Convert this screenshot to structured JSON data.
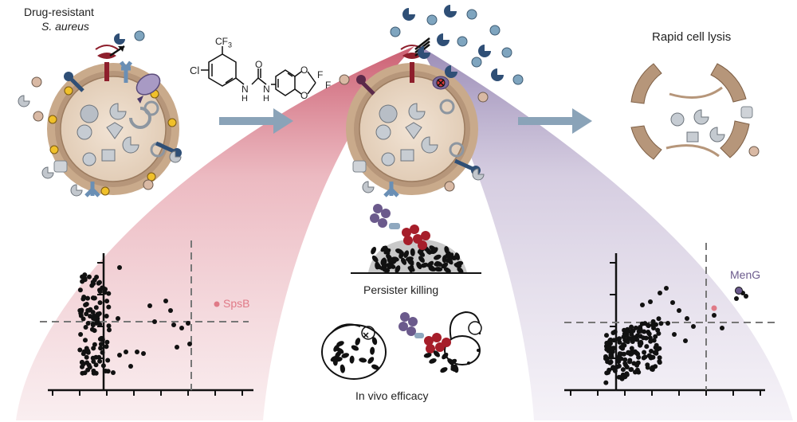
{
  "labels": {
    "drug_resistant": "Drug-resistant",
    "s_aureus": "S. aureus",
    "rapid_lysis": "Rapid cell lysis",
    "persister_killing": "Persister killing",
    "in_vivo": "In vivo efficacy"
  },
  "molecule": {
    "cl": "Cl",
    "cf3": "CF",
    "cf3_sub": "3",
    "nh1": "N",
    "h1": "H",
    "nh2": "N",
    "h2": "H",
    "o_carbonyl": "O",
    "o_ring1": "O",
    "o_ring2": "O",
    "f1": "F",
    "f2": "F"
  },
  "colors": {
    "red_fan": "#d8848f",
    "purple_fan": "#a99bbd",
    "membrane": "#b89878",
    "cytoplasm": "#ecdccb",
    "arrow": "#8aa3b8",
    "spsb": "#e07a87",
    "meng": "#6b5a8c",
    "dark_red": "#8e1f2c",
    "dark_purple": "#4b3a6a",
    "teal_ball": "#7fa5bf",
    "navy_pacman": "#2f4f76"
  },
  "chart_data": [
    {
      "type": "scatter",
      "highlight": {
        "label": "SpsB"
      },
      "thresholds": [
        "vertical dashed",
        "horizontal dashed"
      ],
      "grid": false
    },
    {
      "type": "scatter",
      "highlight": {
        "label": "MenG"
      },
      "thresholds": [
        "vertical dashed",
        "horizontal dashed"
      ],
      "grid": false
    }
  ]
}
